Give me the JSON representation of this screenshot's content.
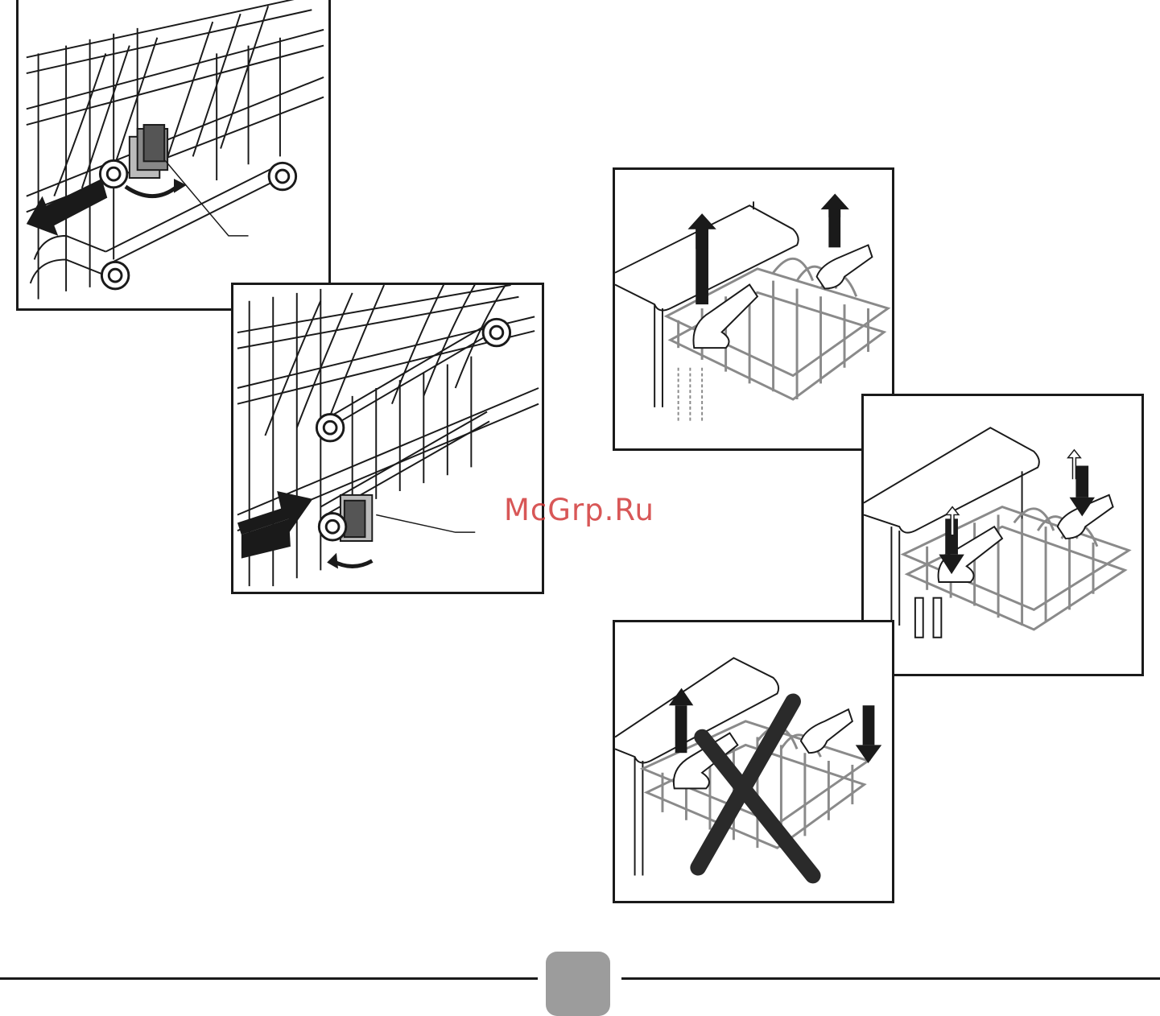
{
  "watermark": {
    "text": "McGrp.Ru",
    "color": "#d23a3a"
  },
  "colors": {
    "line": "#1a1a1a",
    "basket": "#8a8a8a",
    "page_tab": "#9c9c9c"
  },
  "illustrations": [
    {
      "id": "fig-a",
      "icon": "rack-handle-rotate-pull-out"
    },
    {
      "id": "fig-b",
      "icon": "rack-handle-rotate-push-in"
    },
    {
      "id": "fig-c",
      "icon": "basket-lift-up-both-sides"
    },
    {
      "id": "fig-d",
      "icon": "basket-lower-down-both-sides"
    },
    {
      "id": "fig-e",
      "icon": "basket-uneven-crossed-out"
    }
  ],
  "footer": {
    "page_number": ""
  }
}
